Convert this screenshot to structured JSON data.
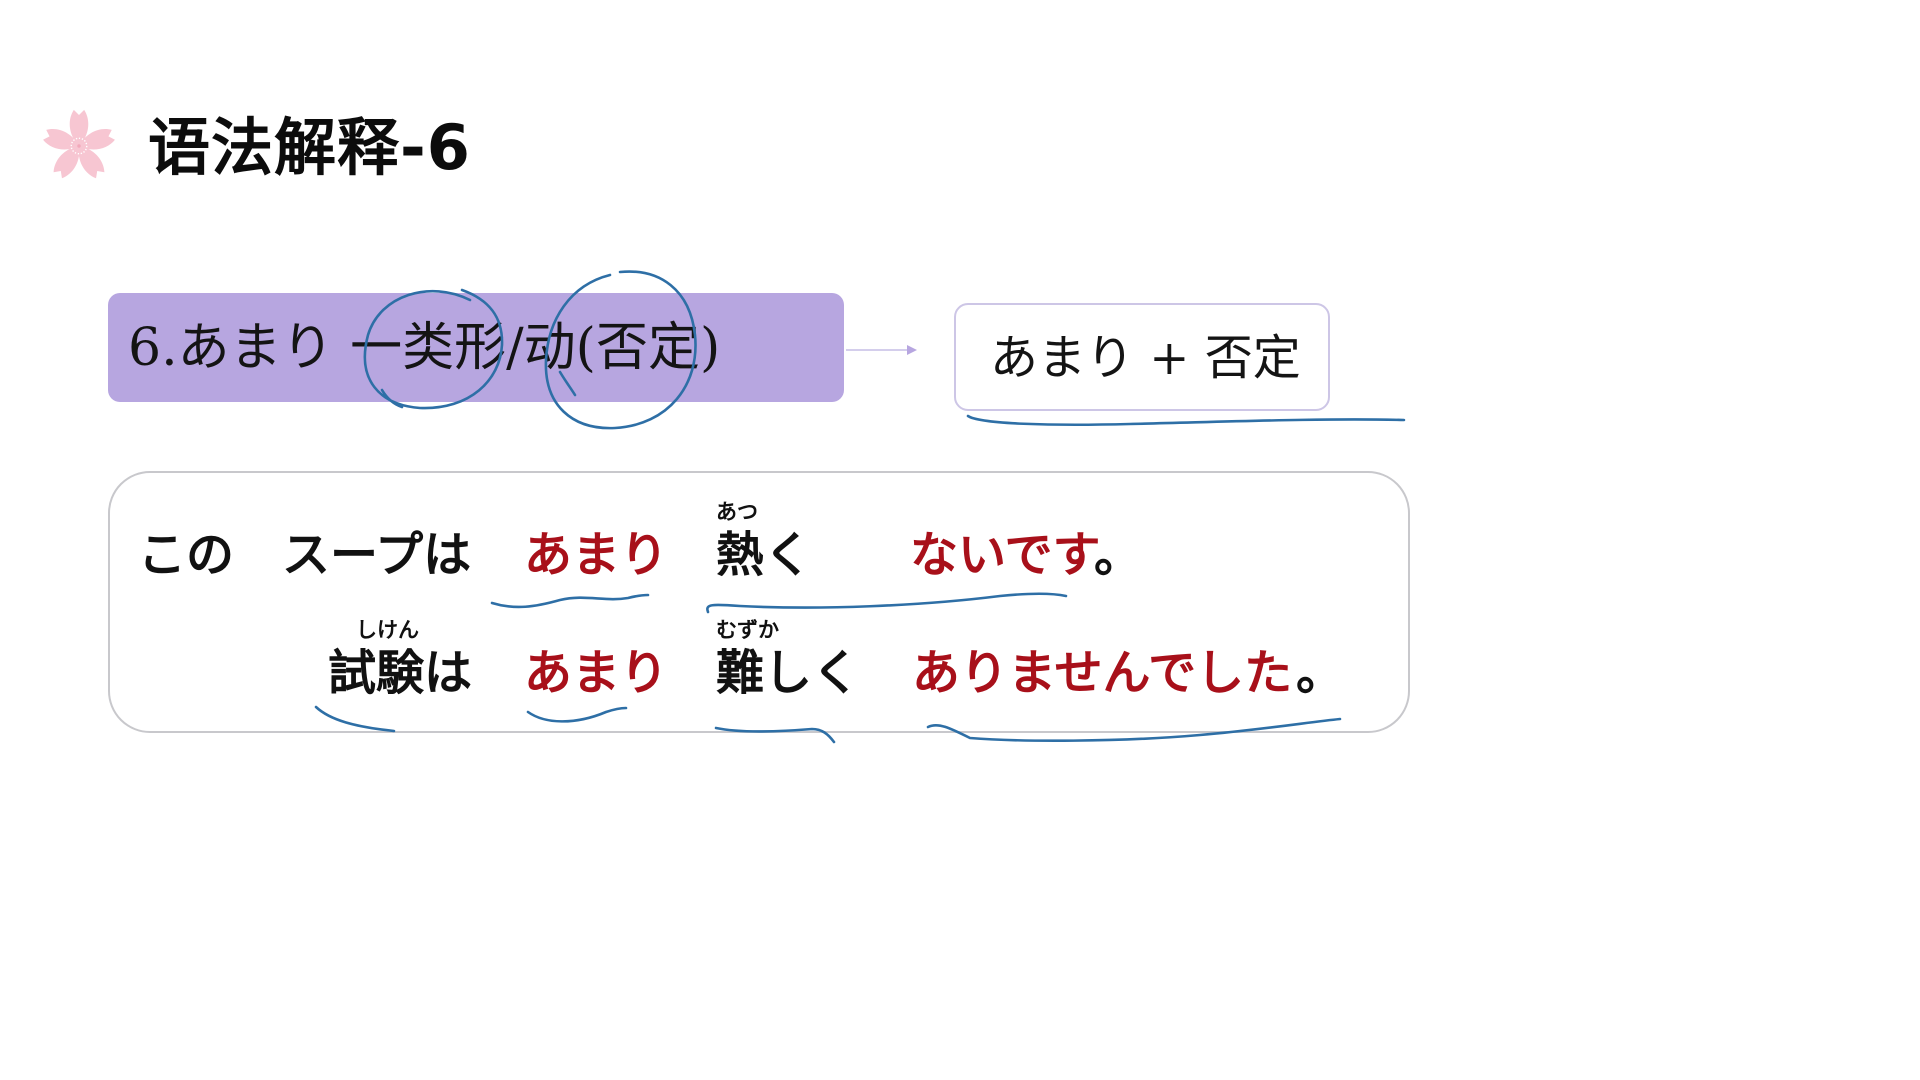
{
  "header": {
    "icon": "sakura-flower-icon",
    "title": "语法解释-6"
  },
  "grammar_point": {
    "label": "6.あまり 一类形/动(否定)",
    "arrow": "arrow-right-icon",
    "pattern": "あまり + 否定"
  },
  "examples": {
    "row1": {
      "w1": "この",
      "w2": "スープは",
      "w3": "あまり",
      "w4_ruby": "あつ",
      "w4": "熱く",
      "w5": "ないです",
      "w5_punct": "。"
    },
    "row2": {
      "w1_ruby": "しけん",
      "w1": "試験は",
      "w2": "あまり",
      "w3_ruby": "むずか",
      "w3": "難しく",
      "w4": "ありませんでした",
      "w4_punct": "。"
    }
  },
  "colors": {
    "accent_purple": "#b7a6e0",
    "highlight_red": "#a8101a",
    "annotation_ink": "#2e6fa6",
    "sakura_pink": "#f7c6d2"
  }
}
